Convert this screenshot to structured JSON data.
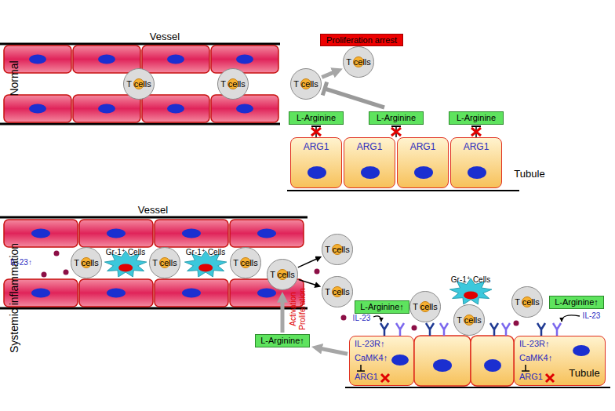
{
  "diagram": {
    "nodes": [
      {
        "text": [
          "T cells"
        ]
      },
      {
        "text": [
          "T cells"
        ]
      },
      {
        "text": [
          "Proliferation arrest"
        ]
      },
      {
        "text": [
          "T cells"
        ]
      },
      {
        "text": [
          "T cells"
        ]
      },
      {
        "text": [
          "L-Arginine"
        ]
      },
      {
        "text": [
          "L-Arginine"
        ]
      },
      {
        "text": [
          "L-Arginine"
        ]
      },
      {
        "text": [
          "ARG1"
        ]
      },
      {
        "text": [
          "ARG1"
        ]
      },
      {
        "text": [
          "ARG1"
        ]
      },
      {
        "text": [
          "ARG1"
        ]
      },
      {
        "text": [
          "T cells"
        ]
      },
      {
        "text": [
          "Gr-1⁺ Cells"
        ]
      },
      {
        "text": [
          "T cells"
        ]
      },
      {
        "text": [
          "Gr-1⁺ Cells"
        ]
      },
      {
        "text": [
          "T cells"
        ]
      },
      {
        "text": [
          "T cells"
        ]
      },
      {
        "text": [
          "T cells"
        ]
      },
      {
        "text": [
          "T cells"
        ]
      },
      {
        "text": [
          "L-Arginine↑"
        ]
      },
      {
        "text": [
          "L-Arginine↑"
        ]
      },
      {
        "text": [
          "T cells"
        ]
      },
      {
        "text": [
          "Gr-1⁺ Cells"
        ]
      },
      {
        "text": [
          "T cells"
        ]
      },
      {
        "text": [
          "T cells"
        ]
      },
      {
        "text": [
          "L-Arginine↑"
        ]
      },
      {
        "text": [
          "IL-23R↑",
          "CaMK4↑",
          "ARG1"
        ]
      },
      {
        "text": [
          "IL-23R↑",
          "CaMK4↑",
          "ARG1"
        ]
      }
    ],
    "edges": [
      {
        "from": 4,
        "to": 3,
        "arrow": "to"
      },
      {
        "from": 17,
        "to": 18,
        "arrow": "to"
      },
      {
        "from": 17,
        "to": 19,
        "arrow": "to"
      },
      {
        "from": 20,
        "to": 17,
        "arrow": "to"
      },
      {
        "from": 27,
        "to": 20,
        "arrow": "to"
      }
    ],
    "labels": [
      "Normal",
      "Vessel",
      "Tubule",
      "Systemic inflammation",
      "Vessel",
      "IL-23↑",
      "Activation",
      "Proliferation",
      "IL-23",
      "IL-23",
      "Tubule"
    ]
  }
}
